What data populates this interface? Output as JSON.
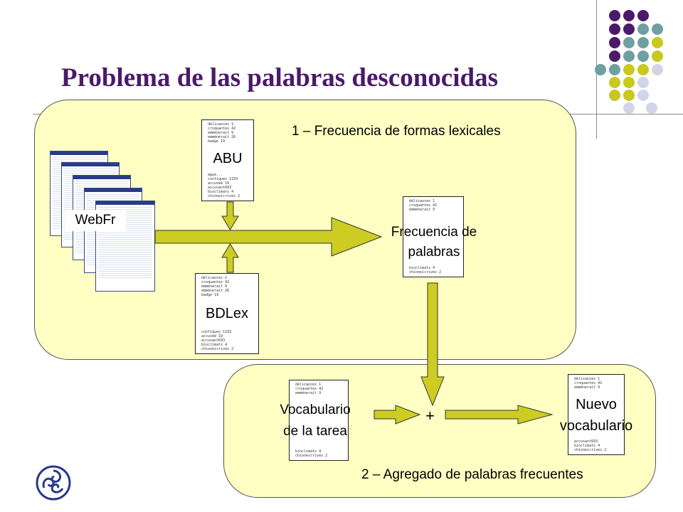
{
  "title": "Problema de las palabras desconocidas",
  "panel1": {
    "label": "1 – Frecuencia de formas lexicales",
    "webfr_label": "WebFr",
    "abu": {
      "word": "ABU",
      "lines_top": [
        "délicaoces 1",
        "croquantes 42",
        "emménerait 9",
        "emménerait 26",
        "badge 19"
      ],
      "lines_bottom": [
        "ague...",
        "confiques 1193",
        "accuséé 19",
        "accusant693",
        "bioclimats 4",
        "chioneicrives 2"
      ]
    },
    "bdlex": {
      "word": "BDLex",
      "lines_top": [
        "délicaoces 1",
        "croquantes 42",
        "emménerait 9",
        "emménerait 26",
        "badge 19"
      ],
      "lines_bottom": [
        "confiques 1193",
        "accuséé 19",
        "accusant693",
        "bioclimats 4",
        "chioneicrives 2"
      ]
    },
    "freq": {
      "word_1": "Frecuencia de",
      "word_2": "palabras",
      "lines_top": [
        "délicaoces 1",
        "croquantes 42",
        "emménerait 9"
      ],
      "lines_bottom": [
        "bioclimats 4",
        "chioneicrives 2"
      ]
    }
  },
  "panel2": {
    "label": "2 – Agregado de palabras frecuentes",
    "plus": "+",
    "vocab": {
      "word_1": "Vocabulario",
      "word_2": "de la tarea",
      "lines_top": [
        "délicaoces 1",
        "croquantes 42",
        "emménerait 9"
      ],
      "lines_bottom": [
        "bioclimats 4",
        "chioneicrives 2"
      ]
    },
    "nuevo": {
      "word_1": "Nuevo",
      "word_2": "vocabulario",
      "lines_top": [
        "délicaoces 1",
        "croquantes 42",
        "emménerait 9"
      ],
      "lines_bottom": [
        "accusant693",
        "bioclimats 4",
        "chioneicrives 2"
      ]
    }
  },
  "colors": {
    "title": "#4b1a6b",
    "panel": "#ffffc4",
    "arrow": "#cccc22",
    "dot_purple": "#4b1a6b",
    "dot_teal": "#6fa0a0",
    "dot_olive": "#c8c81e",
    "dot_lavender": "#d4d4e8"
  },
  "logo_icon": "triskele-logo-icon"
}
